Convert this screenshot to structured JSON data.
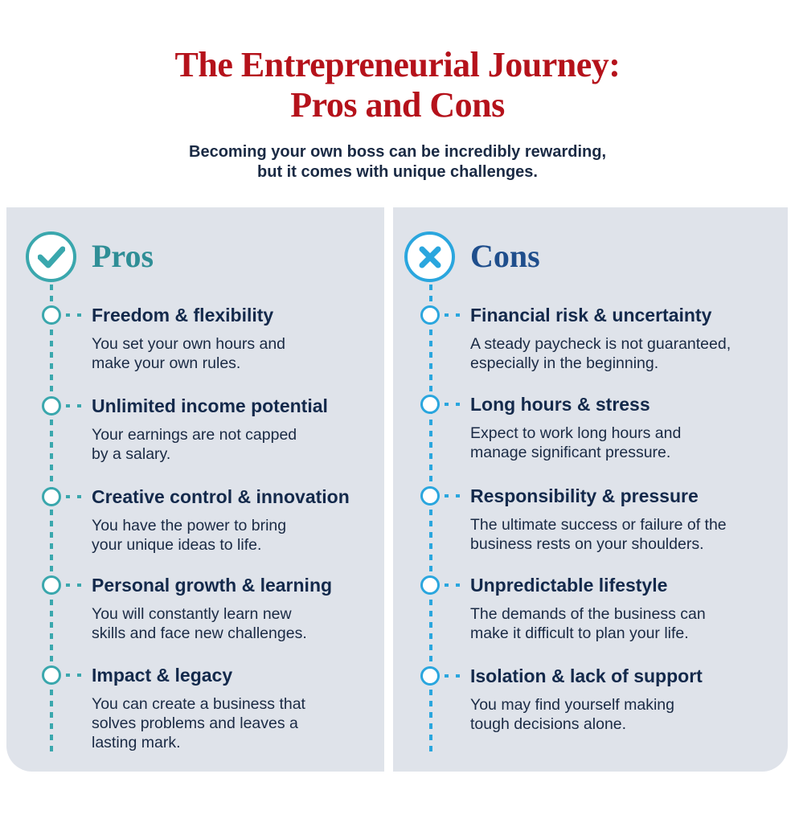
{
  "header": {
    "title_line1": "The Entrepreneurial Journey:",
    "title_line2": "Pros and Cons",
    "subtitle_line1": "Becoming your own boss can be incredibly rewarding,",
    "subtitle_line2": "but it comes with unique challenges."
  },
  "colors": {
    "title": "#b5121b",
    "pros_accent": "#3aa7ad",
    "cons_accent": "#2aa6de",
    "panel_bg": "#dfe3ea",
    "text": "#13294b"
  },
  "pros": {
    "label": "Pros",
    "icon": "check-circle-icon",
    "items": [
      {
        "title": "Freedom & flexibility",
        "desc_line1": "You set your own hours and",
        "desc_line2": "make your own rules.",
        "desc_line3": ""
      },
      {
        "title": "Unlimited income potential",
        "desc_line1": "Your earnings are not capped",
        "desc_line2": "by a salary.",
        "desc_line3": ""
      },
      {
        "title": "Creative control & innovation",
        "desc_line1": "You have the power to bring",
        "desc_line2": "your unique ideas to life.",
        "desc_line3": ""
      },
      {
        "title": "Personal growth & learning",
        "desc_line1": "You will constantly learn new",
        "desc_line2": "skills and face new challenges.",
        "desc_line3": ""
      },
      {
        "title": "Impact & legacy",
        "desc_line1": "You can create a business that",
        "desc_line2": "solves problems and leaves a",
        "desc_line3": "lasting mark."
      }
    ]
  },
  "cons": {
    "label": "Cons",
    "icon": "x-circle-icon",
    "items": [
      {
        "title": "Financial risk & uncertainty",
        "desc_line1": "A steady paycheck is not guaranteed,",
        "desc_line2": "especially in the beginning.",
        "desc_line3": ""
      },
      {
        "title": "Long hours & stress",
        "desc_line1": "Expect to work long hours and",
        "desc_line2": "manage significant pressure.",
        "desc_line3": ""
      },
      {
        "title": "Responsibility & pressure",
        "desc_line1": "The ultimate success or failure of the",
        "desc_line2": "business rests on your shoulders.",
        "desc_line3": ""
      },
      {
        "title": "Unpredictable lifestyle",
        "desc_line1": "The demands of the business can",
        "desc_line2": "make it difficult to plan your life.",
        "desc_line3": ""
      },
      {
        "title": "Isolation & lack of support",
        "desc_line1": "You may find yourself making",
        "desc_line2": "tough decisions alone.",
        "desc_line3": ""
      }
    ]
  }
}
